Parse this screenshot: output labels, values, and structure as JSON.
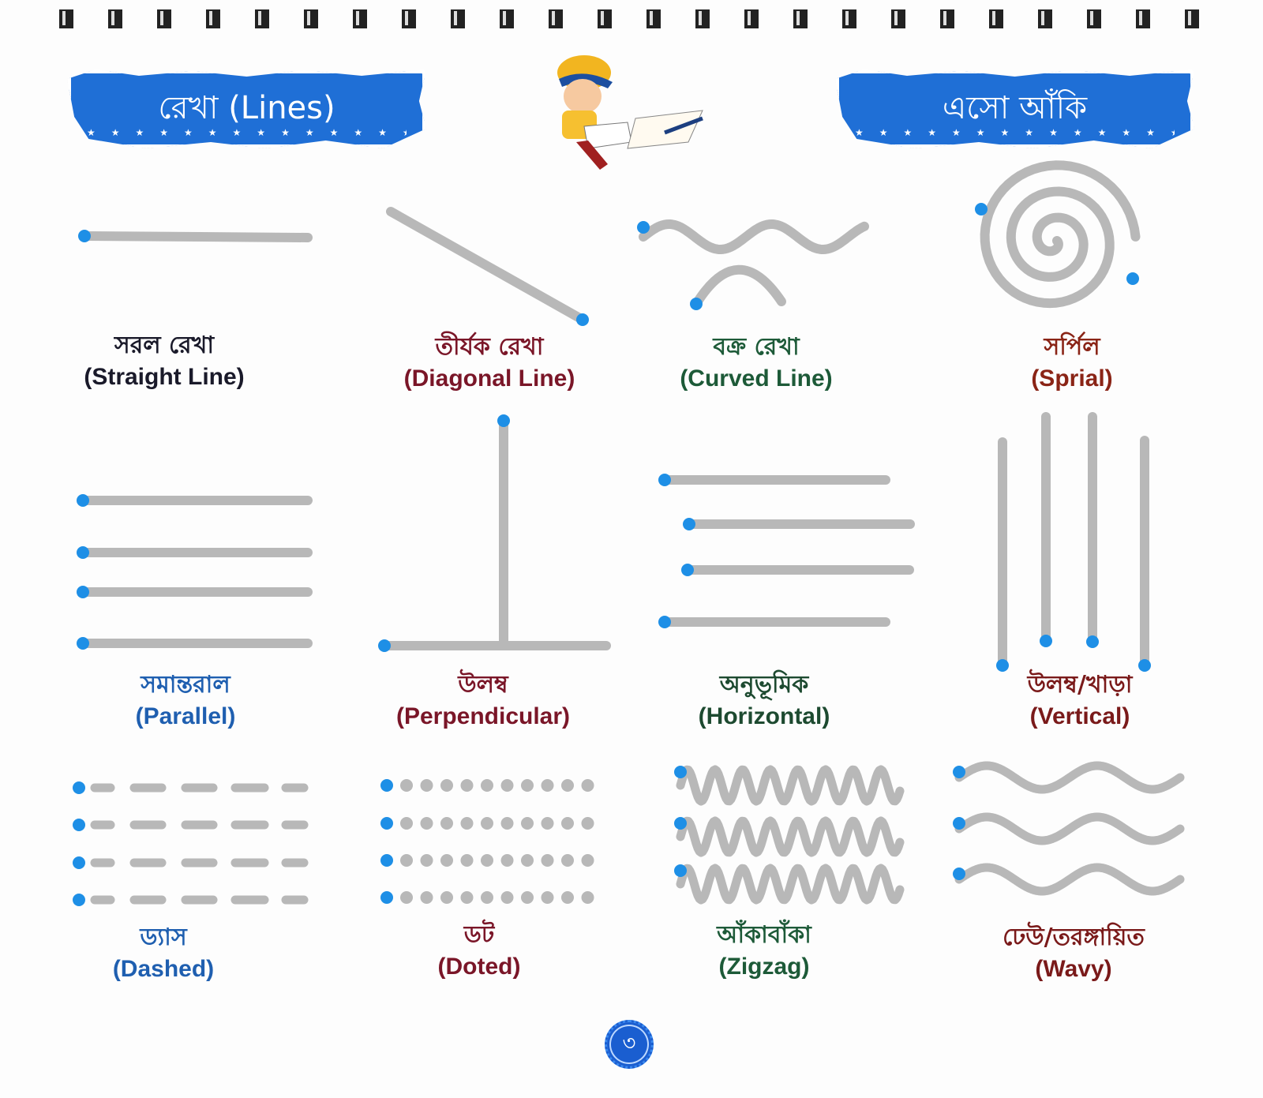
{
  "header": {
    "left_banner": "রেখা (Lines)",
    "right_banner": "এসো আঁকি"
  },
  "colors": {
    "banner": "#1f6fd6",
    "trace": "#b8b8b8",
    "start_dot": "#1e8fe6"
  },
  "items": [
    {
      "bn": "সরল রেখা",
      "en": "(Straight Line)",
      "color": "#1a1a2a"
    },
    {
      "bn": "তীর্যক রেখা",
      "en": "(Diagonal Line)",
      "color": "#7a1628"
    },
    {
      "bn": "বক্র রেখা",
      "en": "(Curved Line)",
      "color": "#1d5a38"
    },
    {
      "bn": "সর্পিল",
      "en": "(Sprial)",
      "color": "#8a2416"
    },
    {
      "bn": "সমান্তরাল",
      "en": "(Parallel)",
      "color": "#1f5fb0"
    },
    {
      "bn": "উলম্ব",
      "en": "(Perpendicular)",
      "color": "#7a1628"
    },
    {
      "bn": "অনুভূমিক",
      "en": "(Horizontal)",
      "color": "#1d4a30"
    },
    {
      "bn": "উলম্ব/খাড়া",
      "en": "(Vertical)",
      "color": "#7a1a1a"
    },
    {
      "bn": "ড্যাস",
      "en": "(Dashed)",
      "color": "#1f5fb0"
    },
    {
      "bn": "ডট",
      "en": "(Doted)",
      "color": "#7a1628"
    },
    {
      "bn": "আঁকাবাঁকা",
      "en": "(Zigzag)",
      "color": "#1d5a38"
    },
    {
      "bn": "ঢেউ/তরঙ্গায়িত",
      "en": "(Wavy)",
      "color": "#7a1a1a"
    }
  ],
  "page_number": "৩"
}
